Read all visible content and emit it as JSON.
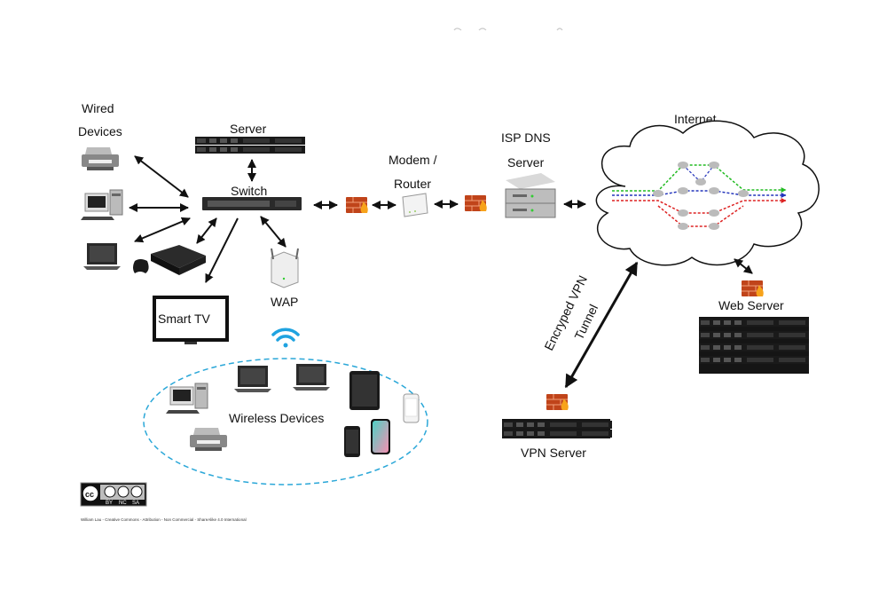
{
  "labels": {
    "wired_devices_line1": "Wired",
    "wired_devices_line2": "Devices",
    "server": "Server",
    "switch": "Switch",
    "modem_line1": "Modem /",
    "modem_line2": "Router",
    "isp_dns_line1": "ISP DNS",
    "isp_dns_line2": "Server",
    "internet": "Internet",
    "web_server": "Web Server",
    "smart_tv": "Smart TV",
    "wap": "WAP",
    "wireless_devices": "Wireless Devices",
    "vpn_tunnel_line1": "Encryped VPN",
    "vpn_tunnel_line2": "Tunnel",
    "vpn_server": "VPN Server",
    "license_badge": [
      "BY",
      "NC",
      "SA"
    ],
    "credit": "William Lau - Creative Commons - Attribution - Non Commercial - ShareAlike 4.0 International"
  },
  "colors": {
    "wifi": "#1fa3e0",
    "wireless_ellipse": "#2aa7d8",
    "firewall": "#e8671c",
    "route_green": "#22bb22",
    "route_blue": "#2233bb",
    "route_red": "#dd2222"
  },
  "icons": [
    "printer-icon",
    "desktop-icon",
    "laptop-icon",
    "game-console-icon",
    "rack-server-icon",
    "network-switch-icon",
    "firewall-icon",
    "modem-icon",
    "dns-server-icon",
    "cloud-icon",
    "wap-icon",
    "wifi-icon",
    "tablet-icon",
    "phone-icon",
    "tv-icon",
    "cc-license-icon"
  ]
}
